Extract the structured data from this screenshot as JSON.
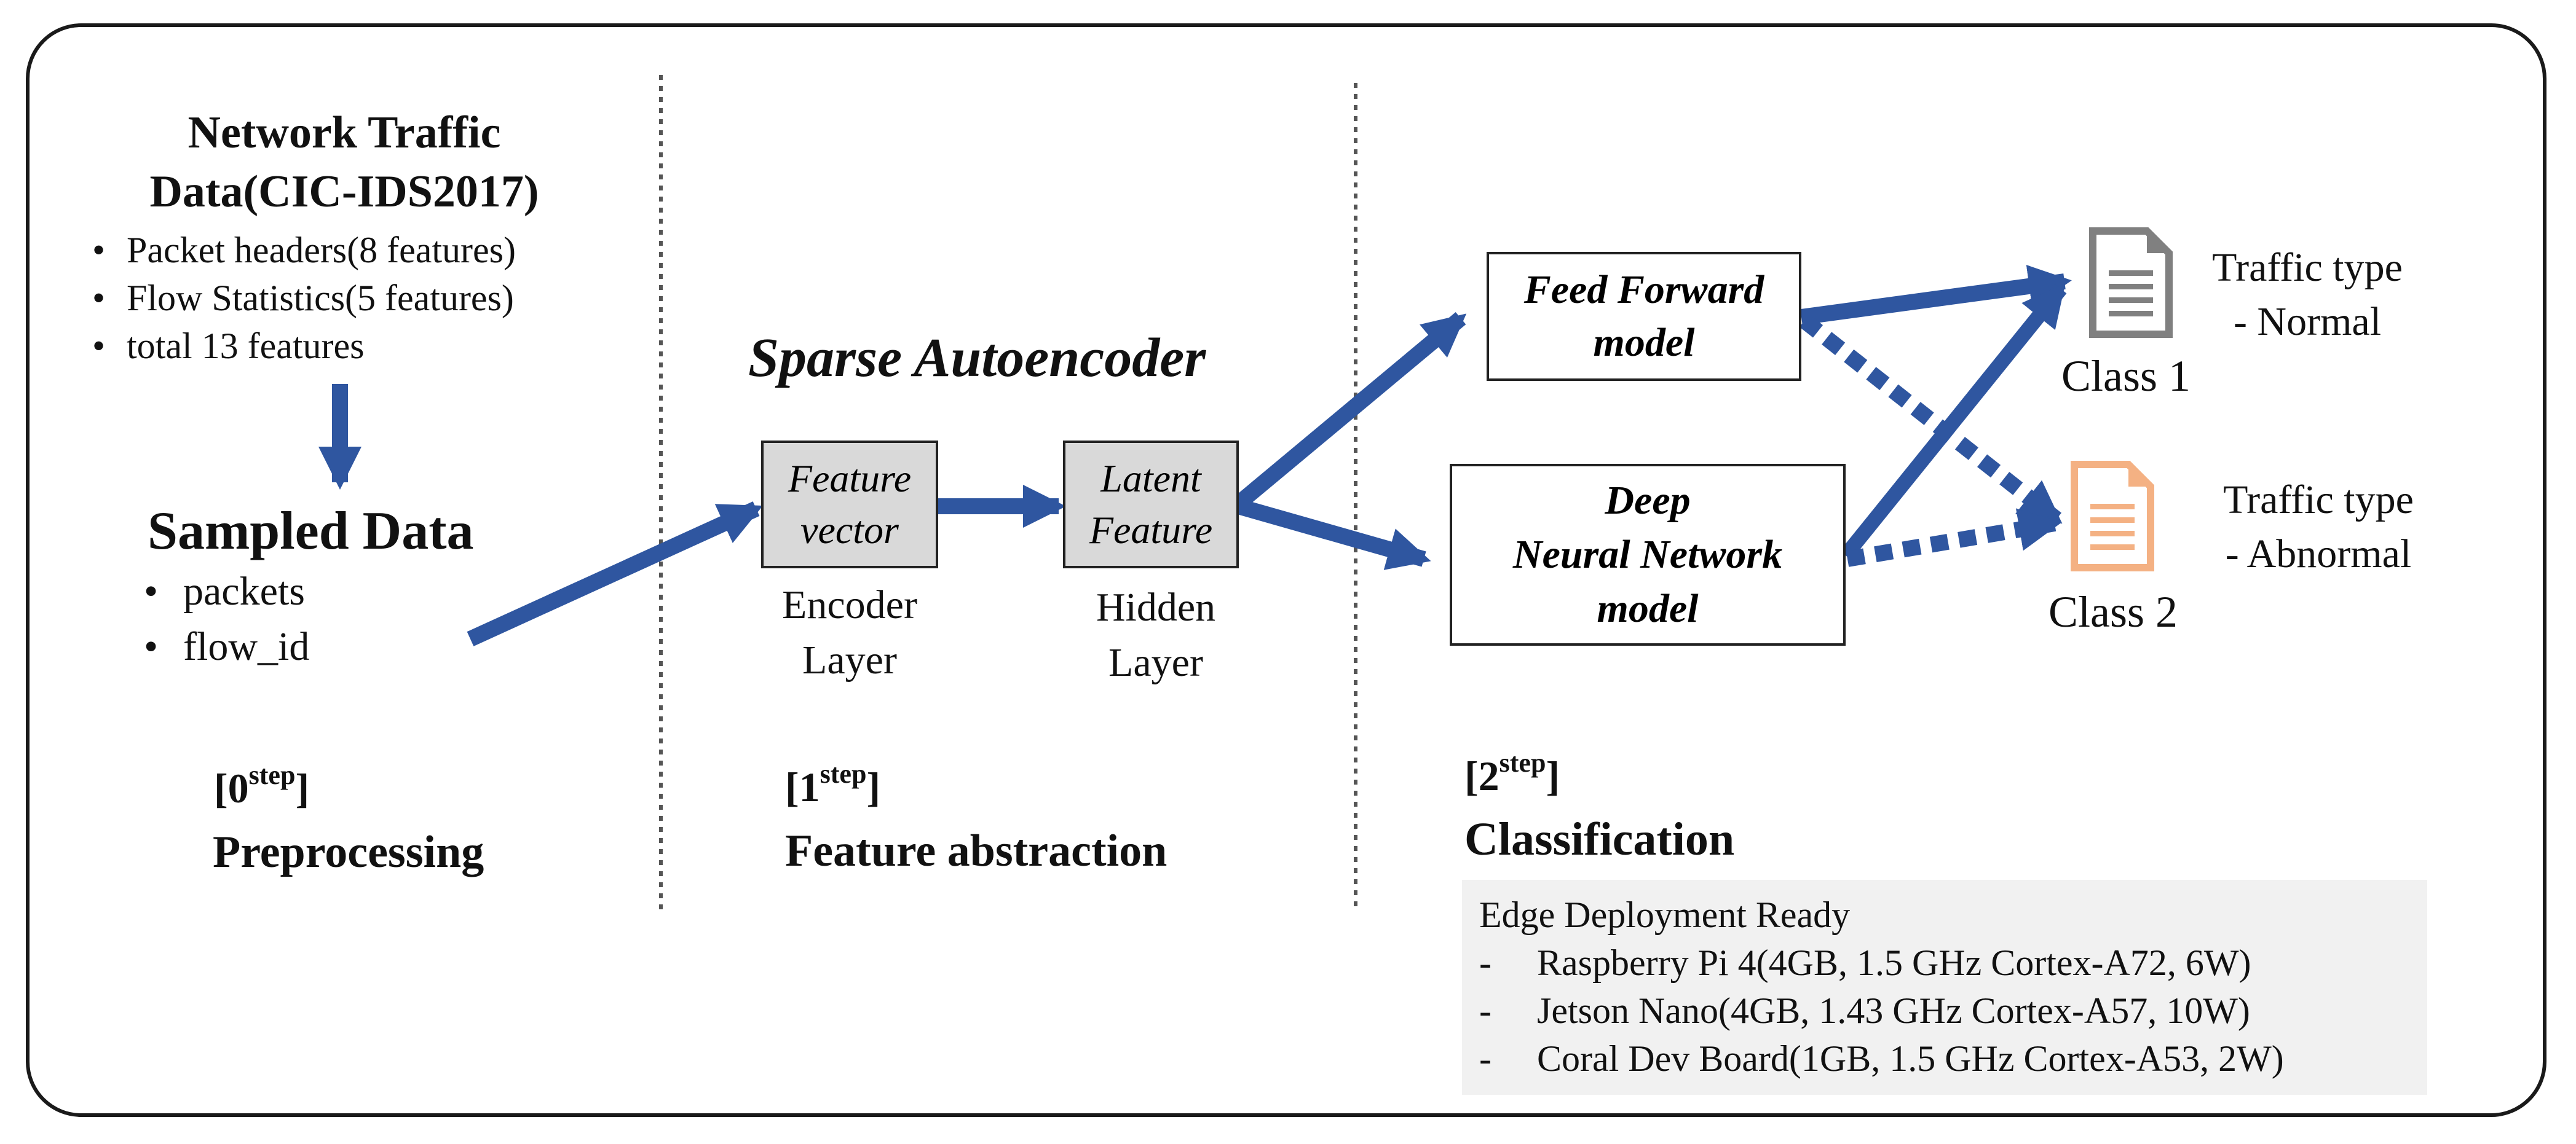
{
  "step0": {
    "source_title_line1": "Network Traffic",
    "source_title_line2": "Data(CIC-IDS2017)",
    "source_items": [
      "Packet headers(8 features)",
      "Flow Statistics(5 features)",
      "total 13 features"
    ],
    "sampled_title": "Sampled Data",
    "sampled_items": [
      "packets",
      "flow_id"
    ],
    "step_label": "[0",
    "step_sup": "step",
    "step_close": "]",
    "step_name": "Preprocessing"
  },
  "step1": {
    "title": "Sparse Autoencoder",
    "feature_vector_line1": "Feature",
    "feature_vector_line2": "vector",
    "latent_line1": "Latent",
    "latent_line2": "Feature",
    "encoder_line1": "Encoder",
    "encoder_line2": "Layer",
    "hidden_line1": "Hidden",
    "hidden_line2": "Layer",
    "step_label": "[1",
    "step_sup": "step",
    "step_close": "]",
    "step_name": "Feature abstraction"
  },
  "step2": {
    "ff_line1": "Feed Forward",
    "ff_line2": "model",
    "dnn_line1": "Deep",
    "dnn_line2": "Neural Network",
    "dnn_line3": "model",
    "class1_type": "Traffic type",
    "class1_value": "- Normal",
    "class1_label": "Class 1",
    "class2_type": "Traffic type",
    "class2_value": "- Abnormal",
    "class2_label": "Class 2",
    "step_label": "[2",
    "step_sup": "step",
    "step_close": "]",
    "step_name": "Classification"
  },
  "edge": {
    "title": "Edge Deployment Ready",
    "dash": "-",
    "devices": [
      "Raspberry Pi 4(4GB, 1.5 GHz Cortex-A72, 6W)",
      "Jetson Nano(4GB, 1.43 GHz Cortex-A57, 10W)",
      "Coral Dev Board(1GB, 1.5 GHz Cortex-A53, 2W)"
    ]
  },
  "colors": {
    "arrow": "#2f56a0",
    "class1_icon": "#808080",
    "class2_icon": "#f4b183",
    "box_fill": "#d9d9d9",
    "panel_fill": "#f1f1f1"
  }
}
